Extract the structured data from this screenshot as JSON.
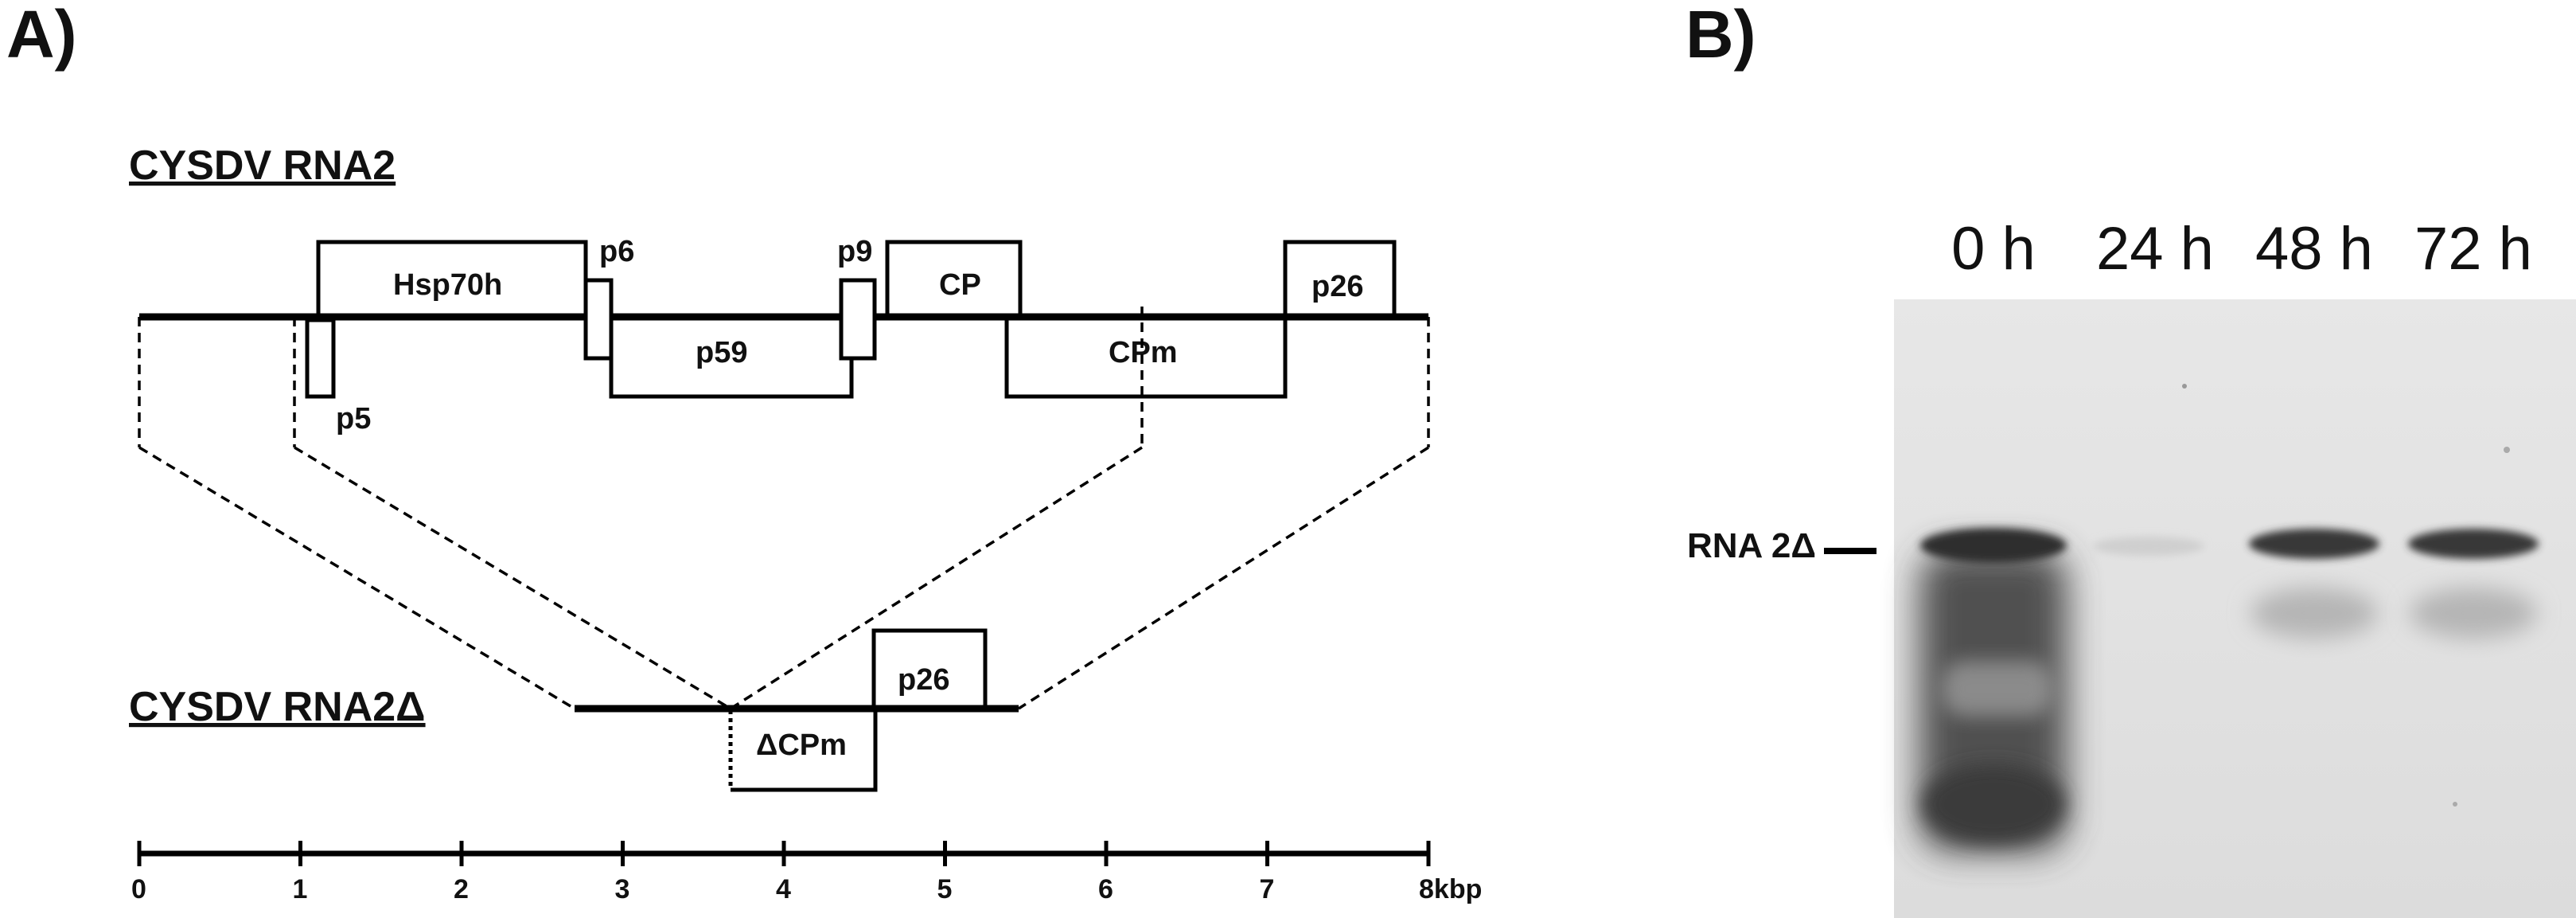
{
  "panel_a": {
    "label": "A)",
    "title_rna2": "CYSDV RNA2",
    "title_rna2delta": "CYSDV RNA2Δ",
    "genes": {
      "hsp70h": "Hsp70h",
      "p6": "p6",
      "p5": "p5",
      "p59": "p59",
      "p9": "p9",
      "cp": "CP",
      "cpm": "CPm",
      "p26": "p26",
      "delta_cpm": "ΔCPm",
      "p26_delta": "p26"
    },
    "scale": {
      "ticks": [
        "0",
        "1",
        "2",
        "3",
        "4",
        "5",
        "6",
        "7",
        "8kbp"
      ]
    }
  },
  "panel_b": {
    "label": "B)",
    "lanes": [
      "0 h",
      "24 h",
      "48 h",
      "72 h"
    ],
    "band_label": "RNA 2Δ",
    "colors": {
      "background": "#e3e3e3",
      "signal": "#3a3a3a"
    }
  }
}
